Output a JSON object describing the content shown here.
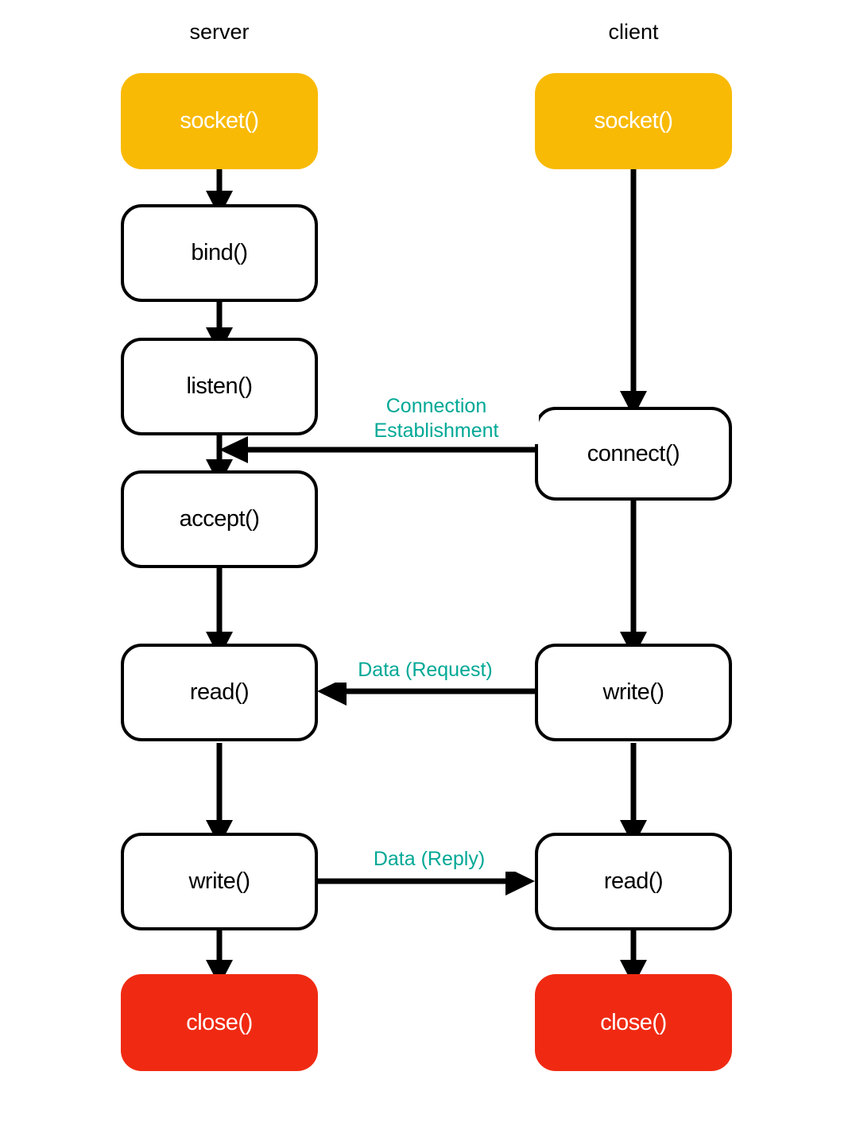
{
  "diagram": {
    "title_server": "server",
    "title_client": "client",
    "colors": {
      "start_fill": "#f9ba05",
      "end_fill": "#f02a12",
      "node_fill": "#ffffff",
      "node_stroke": "#000000",
      "label_text": "#00a896",
      "background": "#ffffff"
    },
    "columns": [
      {
        "name": "server",
        "label": "server",
        "nodes": [
          {
            "id": "server-socket",
            "label": "socket()",
            "kind": "start"
          },
          {
            "id": "server-bind",
            "label": "bind()",
            "kind": "plain"
          },
          {
            "id": "server-listen",
            "label": "listen()",
            "kind": "plain"
          },
          {
            "id": "server-accept",
            "label": "accept()",
            "kind": "plain"
          },
          {
            "id": "server-read",
            "label": "read()",
            "kind": "plain"
          },
          {
            "id": "server-write",
            "label": "write()",
            "kind": "plain"
          },
          {
            "id": "server-close",
            "label": "close()",
            "kind": "end"
          }
        ]
      },
      {
        "name": "client",
        "label": "client",
        "nodes": [
          {
            "id": "client-socket",
            "label": "socket()",
            "kind": "start"
          },
          {
            "id": "client-connect",
            "label": "connect()",
            "kind": "plain"
          },
          {
            "id": "client-write",
            "label": "write()",
            "kind": "plain"
          },
          {
            "id": "client-read",
            "label": "read()",
            "kind": "plain"
          },
          {
            "id": "client-close",
            "label": "close()",
            "kind": "end"
          }
        ]
      }
    ],
    "edge_labels": [
      {
        "id": "connection-establishment",
        "text": "Connection\nEstablishment"
      },
      {
        "id": "data-request",
        "text": "Data (Request)"
      },
      {
        "id": "data-reply",
        "text": "Data (Reply)"
      }
    ]
  }
}
